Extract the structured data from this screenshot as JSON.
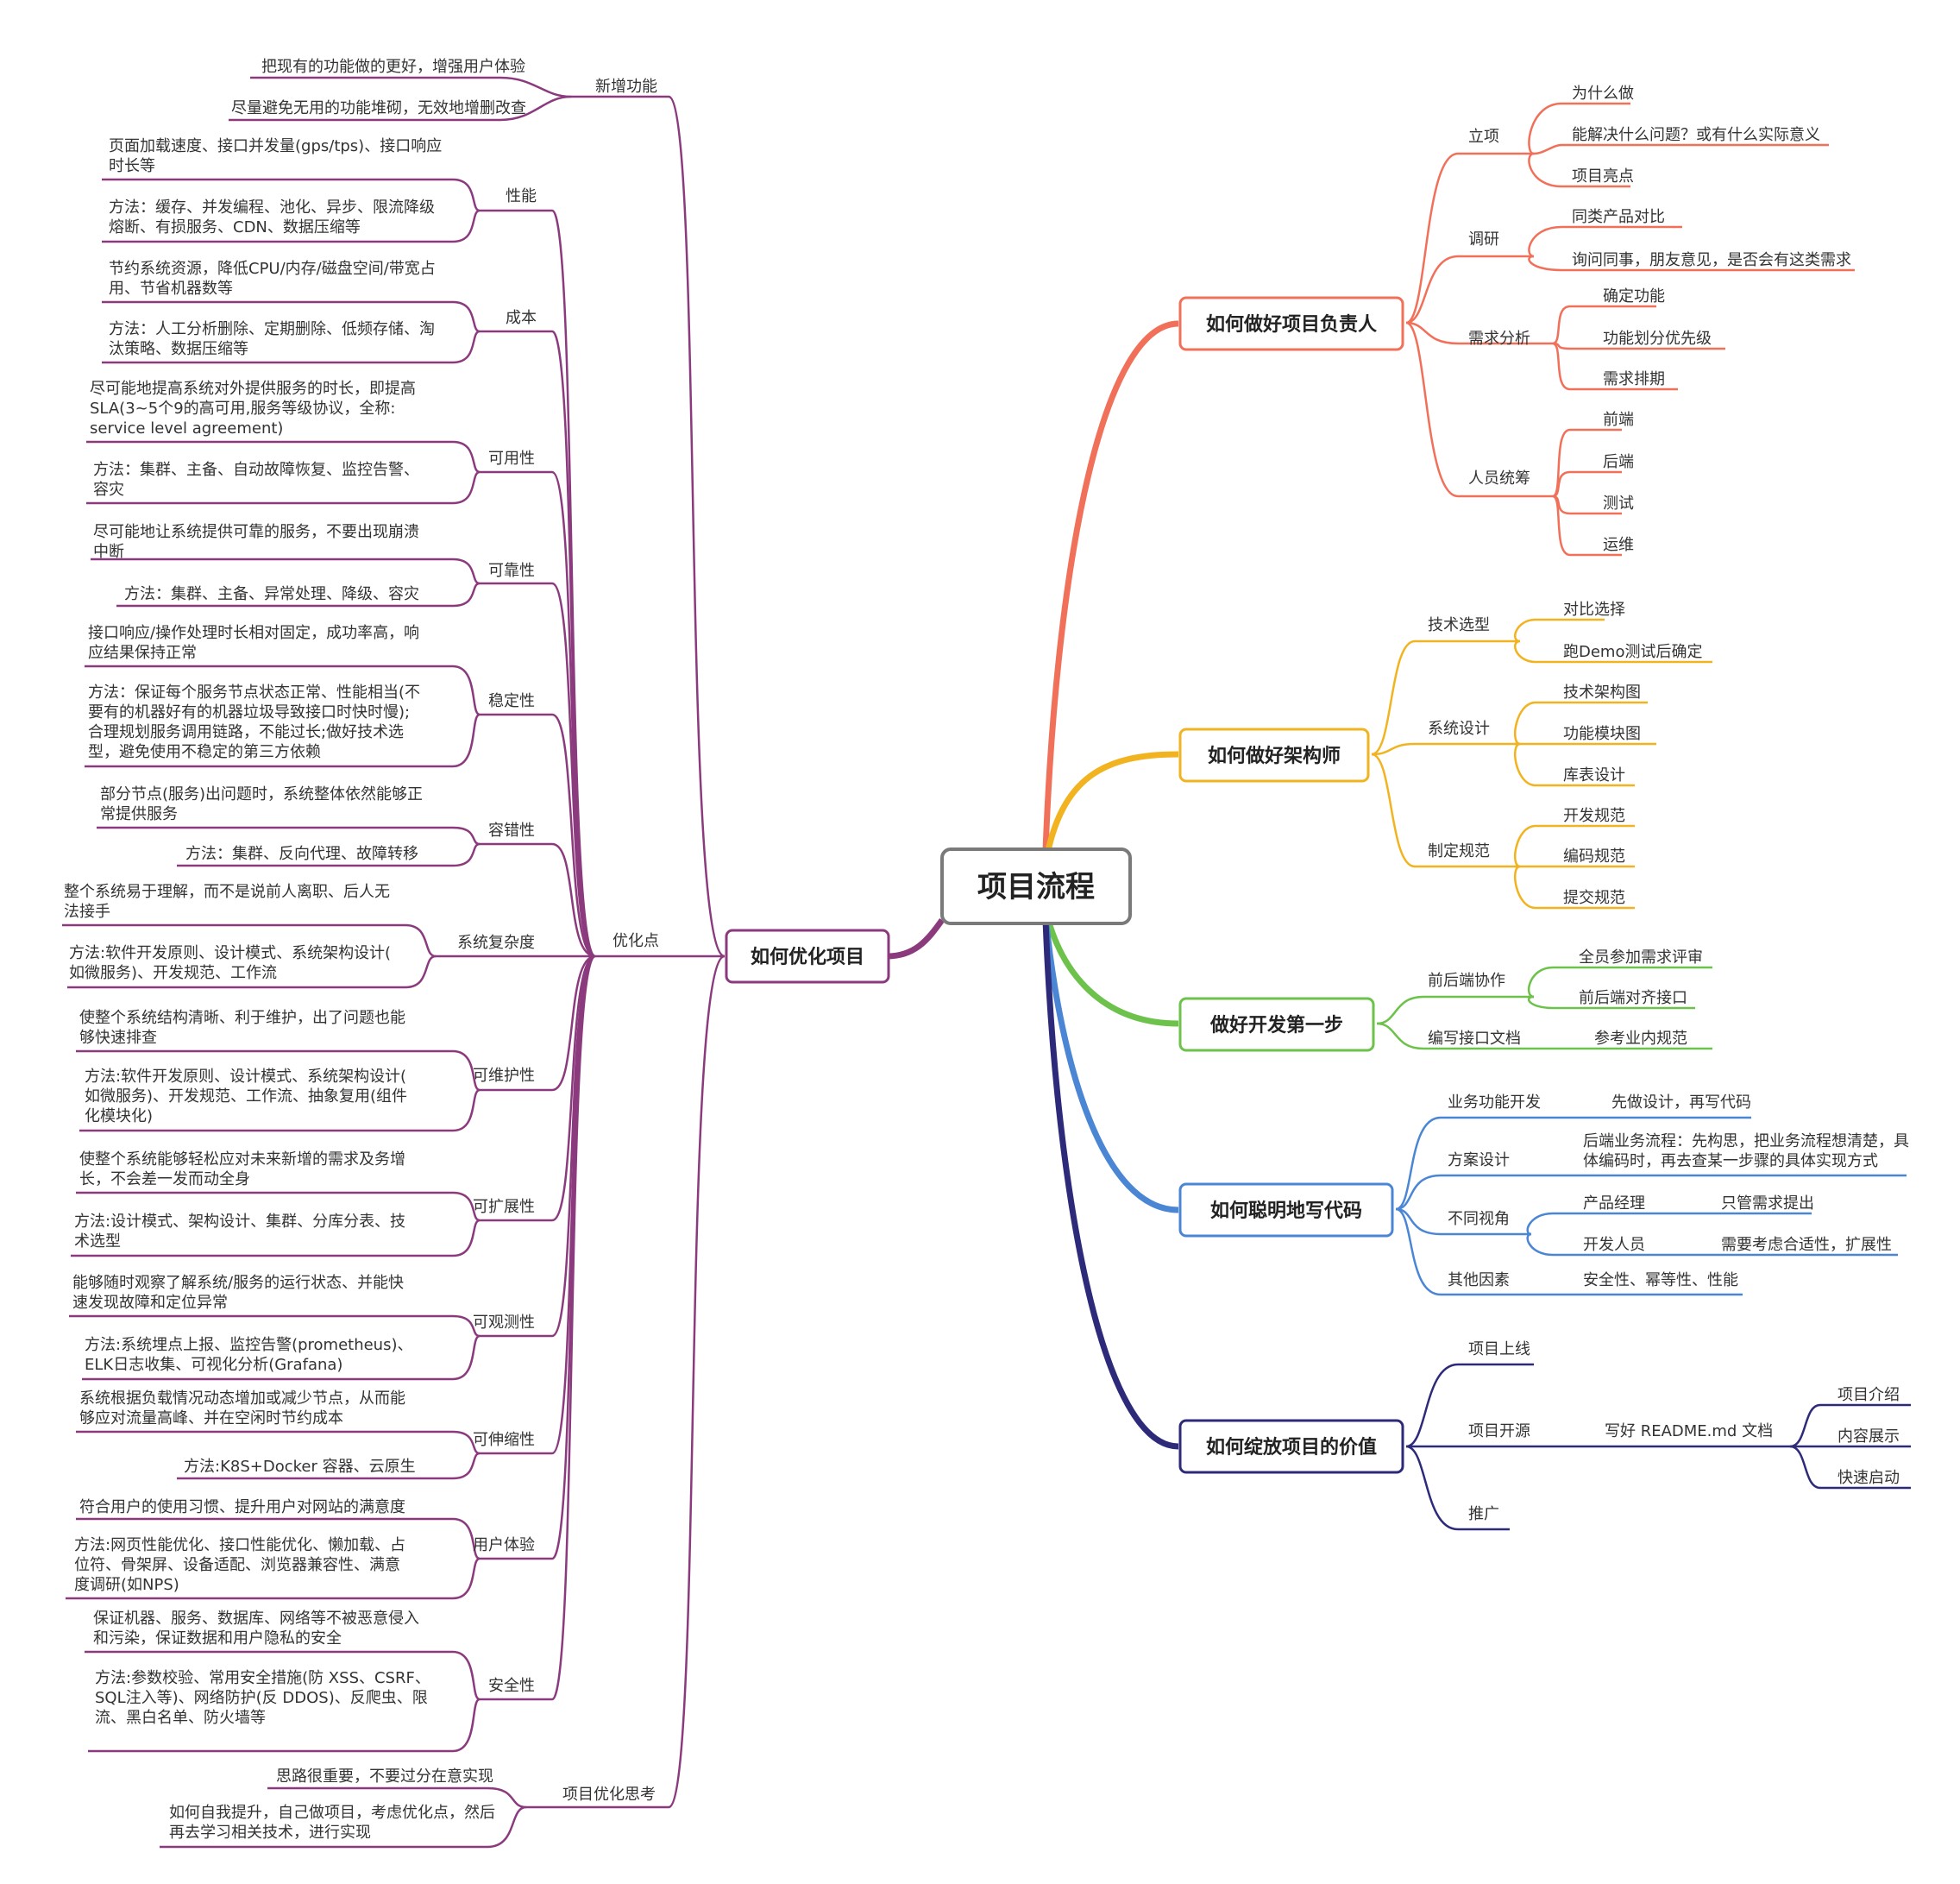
{
  "root": {
    "label": "项目流程"
  },
  "colors": {
    "red": "#f0705a",
    "orange": "#f2b320",
    "green": "#6cc24a",
    "blue": "#4a86d4",
    "navy": "#2e2a7a",
    "purple": "#8b3a7d",
    "root_border": "#7a7a7a"
  },
  "branches": {
    "lead": {
      "title": "如何做好项目负责人",
      "g1": "立项",
      "g1_i1": "为什么做",
      "g1_i2": "能解决什么问题？或有什么实际意义",
      "g1_i3": "项目亮点",
      "g2": "调研",
      "g2_i1": "同类产品对比",
      "g2_i2": "询问同事，朋友意见，是否会有这类需求",
      "g3": "需求分析",
      "g3_i1": "确定功能",
      "g3_i2": "功能划分优先级",
      "g3_i3": "需求排期",
      "g4": "人员统筹",
      "g4_i1": "前端",
      "g4_i2": "后端",
      "g4_i3": "测试",
      "g4_i4": "运维"
    },
    "arch": {
      "title": "如何做好架构师",
      "g1": "技术选型",
      "g1_i1": "对比选择",
      "g1_i2": "跑Demo测试后确定",
      "g2": "系统设计",
      "g2_i1": "技术架构图",
      "g2_i2": "功能模块图",
      "g2_i3": "库表设计",
      "g3": "制定规范",
      "g3_i1": "开发规范",
      "g3_i2": "编码规范",
      "g3_i3": "提交规范"
    },
    "dev": {
      "title": "做好开发第一步",
      "g1": "前后端协作",
      "g1_i1": "全员参加需求评审",
      "g1_i2": "前后端对齐接口",
      "g2": "编写接口文档",
      "g2_i1": "参考业内规范"
    },
    "code": {
      "title": "如何聪明地写代码",
      "g1": "业务功能开发",
      "g1_i1": "先做设计，再写代码",
      "g2": "方案设计",
      "g2_i1_l1": "后端业务流程：先构思，把业务流程想清楚，具",
      "g2_i1_l2": "体编码时，再去查某一步骤的具体实现方式",
      "g3": "不同视角",
      "g3_a": "产品经理",
      "g3_a1": "只管需求提出",
      "g3_b": "开发人员",
      "g3_b1": "需要考虑合适性，扩展性",
      "g4": "其他因素",
      "g4_i1": "安全性、幂等性、性能"
    },
    "value": {
      "title": "如何绽放项目的价值",
      "g1": "项目上线",
      "g2": "项目开源",
      "g2_i1": "写好 README.md 文档",
      "g2_a": "项目介绍",
      "g2_b": "内容展示",
      "g2_c": "快速启动",
      "g3": "推广"
    },
    "opt": {
      "title": "如何优化项目",
      "hub": "优化点",
      "new": "新增功能",
      "new_i1": "把现有的功能做的更好，增强用户体验",
      "new_i2": "尽量避免无用的功能堆砌，无效地增删改查",
      "perf": "性能",
      "perf_a1": "页面加载速度、接口并发量(gps/tps)、接口响应",
      "perf_a2": "时长等",
      "perf_b1": "方法：缓存、并发编程、池化、异步、限流降级",
      "perf_b2": "熔断、有损服务、CDN、数据压缩等",
      "cost": "成本",
      "cost_a1": "节约系统资源，降低CPU/内存/磁盘空间/带宽占",
      "cost_a2": "用、节省机器数等",
      "cost_b1": "方法：人工分析删除、定期删除、低频存储、淘",
      "cost_b2": "汰策略、数据压缩等",
      "avail": "可用性",
      "avail_a1": "尽可能地提高系统对外提供服务的时长，即提高",
      "avail_a2": "SLA(3~5个9的高可用,服务等级协议，全称:",
      "avail_a3": "service level agreement)",
      "avail_b1": "方法：集群、主备、自动故障恢复、监控告警、",
      "avail_b2": "容灾",
      "rel": "可靠性",
      "rel_a1": "尽可能地让系统提供可靠的服务，不要出现崩溃",
      "rel_a2": "中断",
      "rel_b1": "方法：集群、主备、异常处理、降级、容灾",
      "stab": "稳定性",
      "stab_a1": "接口响应/操作处理时长相对固定，成功率高，响",
      "stab_a2": "应结果保持正常",
      "stab_b1": "方法：保证每个服务节点状态正常、性能相当(不",
      "stab_b2": "要有的机器好有的机器垃圾导致接口时快时慢);",
      "stab_b3": "合理规划服务调用链路，不能过长;做好技术选",
      "stab_b4": "型，避免使用不稳定的第三方依赖",
      "ft": "容错性",
      "ft_a1": "部分节点(服务)出问题时，系统整体依然能够正",
      "ft_a2": "常提供服务",
      "ft_b1": "方法：集群、反向代理、故障转移",
      "cx": "系统复杂度",
      "cx_a1": "整个系统易于理解，而不是说前人离职、后人无",
      "cx_a2": "法接手",
      "cx_b1": "方法:软件开发原则、设计模式、系统架构设计(",
      "cx_b2": "如微服务)、开发规范、工作流",
      "mt": "可维护性",
      "mt_a1": "使整个系统结构清晰、利于维护，出了问题也能",
      "mt_a2": "够快速排查",
      "mt_b1": "方法:软件开发原则、设计模式、系统架构设计(",
      "mt_b2": "如微服务)、开发规范、工作流、抽象复用(组件",
      "mt_b3": "化模块化)",
      "ext": "可扩展性",
      "ext_a1": "使整个系统能够轻松应对未来新增的需求及务增",
      "ext_a2": "长，不会差一发而动全身",
      "ext_b1": "方法:设计模式、架构设计、集群、分库分表、技",
      "ext_b2": "术选型",
      "obs": "可观测性",
      "obs_a1": "能够随时观察了解系统/服务的运行状态、并能快",
      "obs_a2": "速发现故障和定位异常",
      "obs_b1": "方法:系统埋点上报、监控告警(prometheus)、",
      "obs_b2": "ELK日志收集、可视化分析(Grafana)",
      "sc": "可伸缩性",
      "sc_a1": "系统根据负载情况动态增加或减少节点，从而能",
      "sc_a2": "够应对流量高峰、并在空闲时节约成本",
      "sc_b1": "方法:K8S+Docker 容器、云原生",
      "ux": "用户体验",
      "ux_a1": "符合用户的使用习惯、提升用户对网站的满意度",
      "ux_b1": "方法:网页性能优化、接口性能优化、懒加载、占",
      "ux_b2": "位符、骨架屏、设备适配、浏览器兼容性、满意",
      "ux_b3": "度调研(如NPS)",
      "sec": "安全性",
      "sec_a1": "保证机器、服务、数据库、网络等不被恶意侵入",
      "sec_a2": "和污染，保证数据和用户隐私的安全",
      "sec_b1": "方法:参数校验、常用安全措施(防 XSS、CSRF、",
      "sec_b2": "SQL注入等)、网络防护(反 DDOS)、反爬虫、限",
      "sec_b3": "流、黑白名单、防火墙等",
      "think": "项目优化思考",
      "think_a1": "思路很重要，不要过分在意实现",
      "think_b1": "如何自我提升，自己做项目，考虑优化点，然后",
      "think_b2": "再去学习相关技术，进行实现"
    }
  }
}
